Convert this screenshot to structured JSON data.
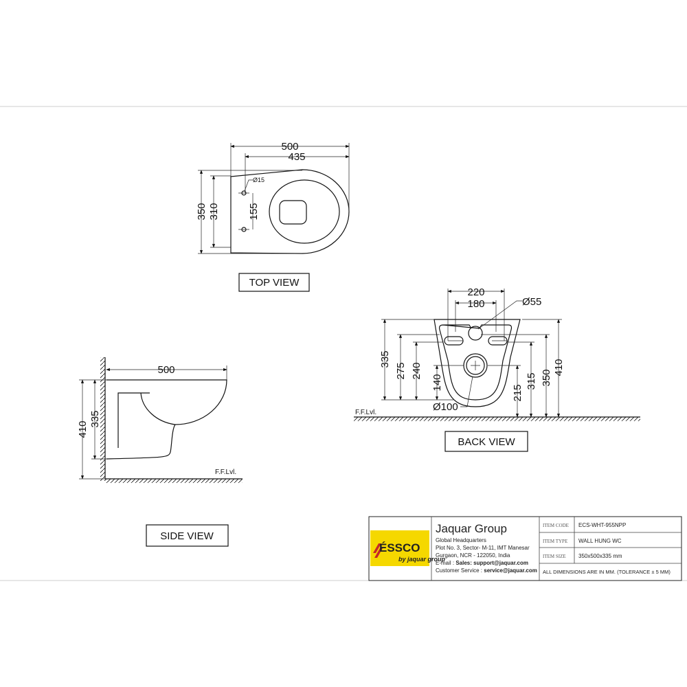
{
  "top_view": {
    "label": "TOP VIEW",
    "dims": {
      "length": "500",
      "length_inner": "435",
      "width": "350",
      "width_inner": "310",
      "hole_spacing": "155",
      "hole_dia": "Ø15"
    }
  },
  "side_view": {
    "label": "SIDE VIEW",
    "dims": {
      "length": "500",
      "height": "410",
      "height_inner": "335"
    },
    "floor": "F.F.Lvl."
  },
  "back_view": {
    "label": "BACK VIEW",
    "dims": {
      "w220": "220",
      "w180": "180",
      "d55": "Ø55",
      "d100": "Ø100",
      "h335": "335",
      "h275": "275",
      "h240": "240",
      "h140": "140",
      "h215": "215",
      "h315": "315",
      "h350": "350",
      "h410": "410"
    },
    "floor": "F.F.Lvl."
  },
  "title_block": {
    "logo": {
      "brand": "ÉSSCO",
      "sub": "by jaquar group",
      "color": "#f5d800"
    },
    "company": "Jaquar Group",
    "address": [
      "Global Headquarters",
      "Plot No. 3, Sector- M-11, IMT Manesar",
      "Gurgaon, NCR - 122050, India"
    ],
    "email_label": "E-mail : ",
    "email": "Sales: support@jaquar.com",
    "service_label": "Customer Service : ",
    "service": "service@jaquar.com",
    "rows": [
      {
        "label": "ITEM CODE",
        "value": "ECS-WHT-955NPP"
      },
      {
        "label": "ITEM TYPE",
        "value": "WALL HUNG WC"
      },
      {
        "label": "ITEM SIZE",
        "value": "350x500x335   mm"
      }
    ],
    "note": "ALL DIMENSIONS ARE IN MM. (TOLERANCE ± 5 MM)"
  }
}
